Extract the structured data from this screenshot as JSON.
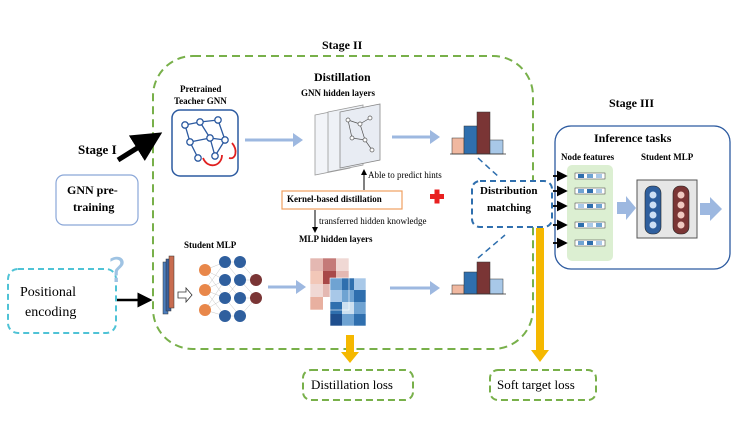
{
  "stages": {
    "stage1": "Stage I",
    "stage2": "Stage II",
    "stage3": "Stage III"
  },
  "stage1_box": {
    "line1": "GNN pre-",
    "line2": "training"
  },
  "positional_box": {
    "line1": "Positional",
    "line2": "encoding"
  },
  "distillation": {
    "title": "Distillation",
    "teacher_line1": "Pretrained",
    "teacher_line2": "Teacher GNN",
    "gnn_hidden": "GNN hidden layers",
    "able_to_predict": "Able to predict hints",
    "kernel_distillation": "Kernel-based distillation",
    "transferred": "transferred hidden knowledge",
    "mlp_hidden": "MLP hidden layers",
    "student_mlp": "Student MLP"
  },
  "distribution": {
    "line1": "Distribution",
    "line2": "matching"
  },
  "inference": {
    "title": "Inference tasks",
    "node_features": "Node features",
    "student_mlp": "Student MLP"
  },
  "losses": {
    "distillation_loss": "Distillation loss",
    "soft_target_loss": "Soft target loss"
  },
  "colors": {
    "dashed_green": "#78b04a",
    "dashed_cyan": "#4fc3d6",
    "arrow_blue": "#9db8e0",
    "arrow_yellow": "#f5b800",
    "bar_blue": "#2f6fae",
    "bar_darkred": "#7a3535",
    "bar_pink": "#f0b8a0",
    "bar_lightblue": "#a8c8e8",
    "cross_red": "#e82020"
  }
}
